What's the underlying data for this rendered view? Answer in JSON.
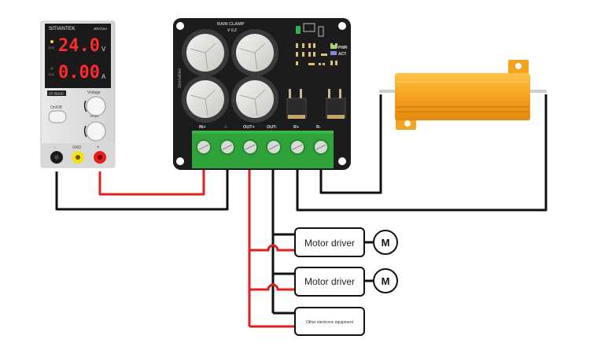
{
  "power_supply": {
    "brand": "SITIANTEK",
    "rating": "30V/10A",
    "model": "ST-3010D",
    "voltage_reading": "24.0",
    "voltage_unit": "V",
    "current_reading": "0.00",
    "current_unit": "A",
    "cv_label": "C.V",
    "cc_label": "C.C",
    "on_off_label": "On/Off",
    "voltage_knob_label": "Voltage",
    "current_knob_label": "Amps",
    "terminals": [
      "-",
      "GND",
      "+"
    ]
  },
  "clamp_board": {
    "title": "RAIN CLAMP",
    "version": "V 0.2",
    "maker": "StormElec",
    "led_labels": [
      "PWR",
      "ACT"
    ],
    "terminal_labels": [
      "IN+",
      "⏚",
      "OUT+",
      "OUT-",
      "R+",
      "R-"
    ]
  },
  "resistor": {
    "name": "power-resistor"
  },
  "loads": [
    {
      "label": "Motor driver",
      "motor_label": "M"
    },
    {
      "label": "Motor driver",
      "motor_label": "M"
    },
    {
      "label": "Other electronic equipment"
    }
  ],
  "colors": {
    "positive_wire": "#e0201c",
    "negative_wire": "#111111",
    "terminal_green": "#2fa33a",
    "board_black": "#1c1c1c",
    "resistor_orange": "#f5a21e"
  }
}
